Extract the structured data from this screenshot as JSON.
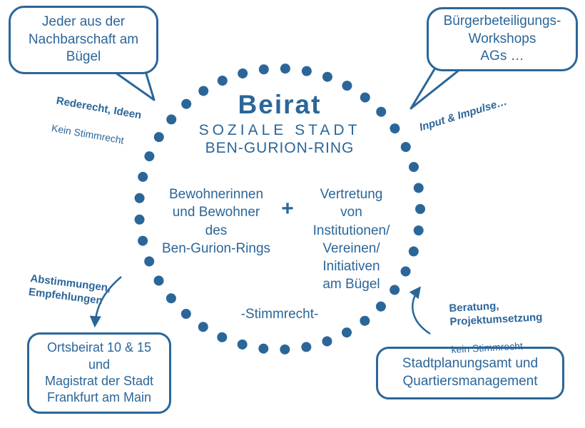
{
  "colors": {
    "accent_blue": "#2b6699"
  },
  "center": {
    "title": "Beirat",
    "subtitle_line1": "SOZIALE STADT",
    "subtitle_line2": "BEN-GURION-RING",
    "residents_group": "Bewohnerinnen\nund Bewohner\ndes\nBen-Gurion-Rings",
    "plus_sign": "+",
    "institutions_group": "Vertretung\nvon\nInstitutionen/\nVereinen/\nInitiativen\nam Bügel",
    "voting_right": "-Stimmrecht-"
  },
  "bubbles": {
    "neighbourhood": "Jeder aus der\nNachbarschaft am\nBügel",
    "workshops": "Bürgerbeteiligungs-\nWorkshops\nAGs …",
    "city_council": "Ortsbeirat 10 & 15\nund\nMagistrat der Stadt\nFrankfurt am Main",
    "planning_office": "Stadtplanungsamt und\nQuartiersmanagement"
  },
  "labels": {
    "neighbourhood_bold": "Rederecht, Ideen",
    "neighbourhood_normal": "Kein Stimmrecht",
    "workshops_bold": "Input & Impulse…",
    "council_bold": "Abstimmungen,\nEmpfehlungen",
    "planning_bold": "Beratung,\nProjektumsetzung",
    "planning_normal": "kein Stimmrecht"
  }
}
